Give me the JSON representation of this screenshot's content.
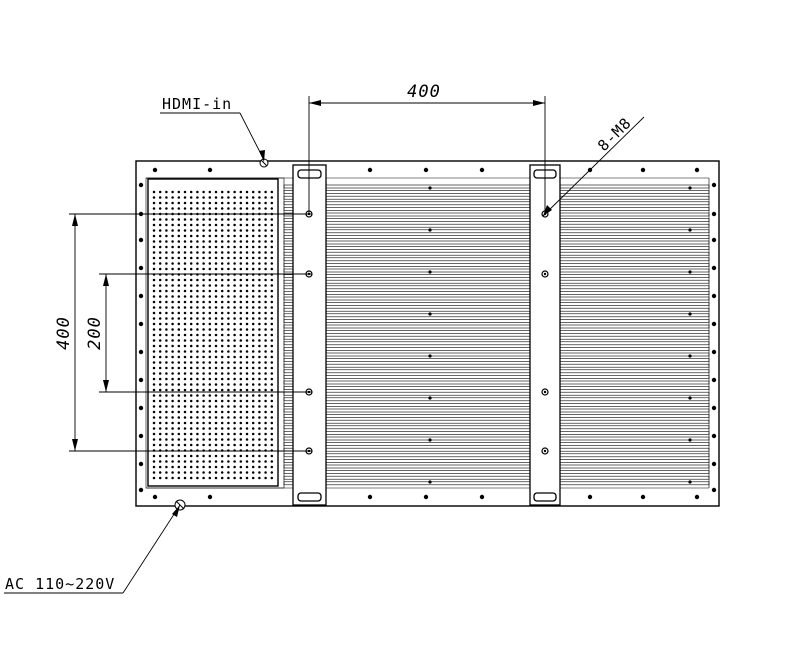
{
  "drawing": {
    "labels": {
      "hdmi": "HDMI-in",
      "ac_power": "AC 110~220V",
      "mount_bolts": "8-M8"
    },
    "dimensions": {
      "mount_spacing_horizontal": "400",
      "mount_spacing_vertical_outer": "400",
      "mount_spacing_vertical_inner": "200"
    }
  }
}
